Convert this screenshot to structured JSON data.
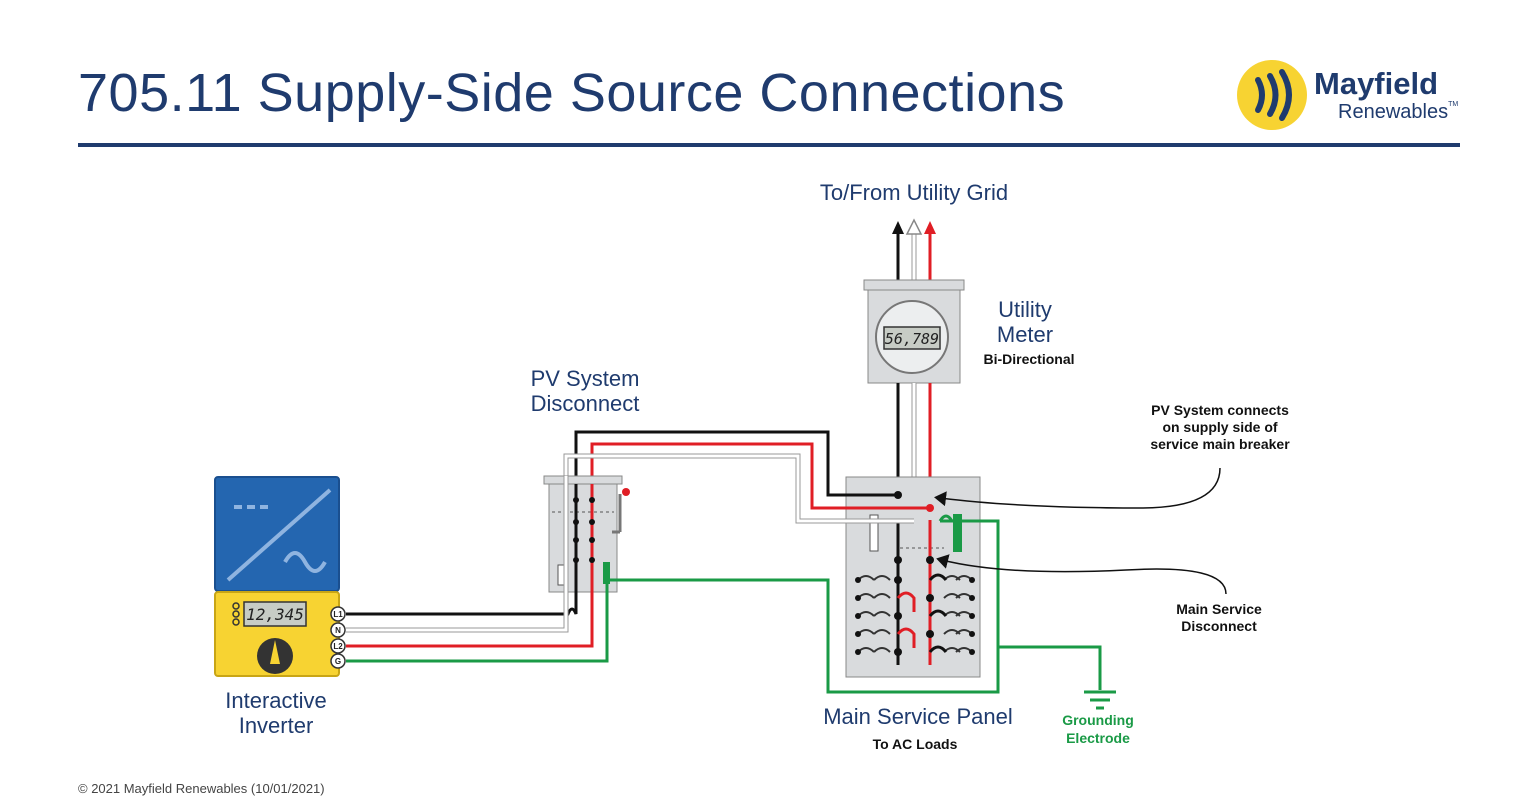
{
  "header": {
    "title": "705.11 Supply-Side Source Connections",
    "logo_name": "Mayfield",
    "logo_sub": "Renewables",
    "logo_tm": "TM"
  },
  "labels": {
    "grid": "To/From Utility Grid",
    "meter_line1": "Utility",
    "meter_line2": "Meter",
    "meter_sub": "Bi-Directional",
    "meter_reading": "56,789",
    "disconnect_line1": "PV System",
    "disconnect_line2": "Disconnect",
    "inverter_line1": "Interactive",
    "inverter_line2": "Inverter",
    "inverter_reading": "12,345",
    "terminals": [
      "L1",
      "N",
      "L2",
      "G"
    ],
    "panel": "Main Service Panel",
    "panel_sub": "To AC Loads",
    "ground_line1": "Grounding",
    "ground_line2": "Electrode",
    "callout_supply_1": "PV System connects",
    "callout_supply_2": "on supply side of",
    "callout_supply_3": "service main breaker",
    "callout_main_1": "Main Service",
    "callout_main_2": "Disconnect"
  },
  "colors": {
    "navy": "#1f3b6e",
    "wire_black": "#111111",
    "wire_red": "#e01e25",
    "wire_green": "#1a9a46",
    "wire_white": "#ffffff",
    "inverter_blue": "#2466b0",
    "inverter_yellow": "#f7d332",
    "box_grey": "#d9dbdd"
  },
  "footer": {
    "copyright": "© 2021 Mayfield Renewables (10/01/2021)"
  }
}
